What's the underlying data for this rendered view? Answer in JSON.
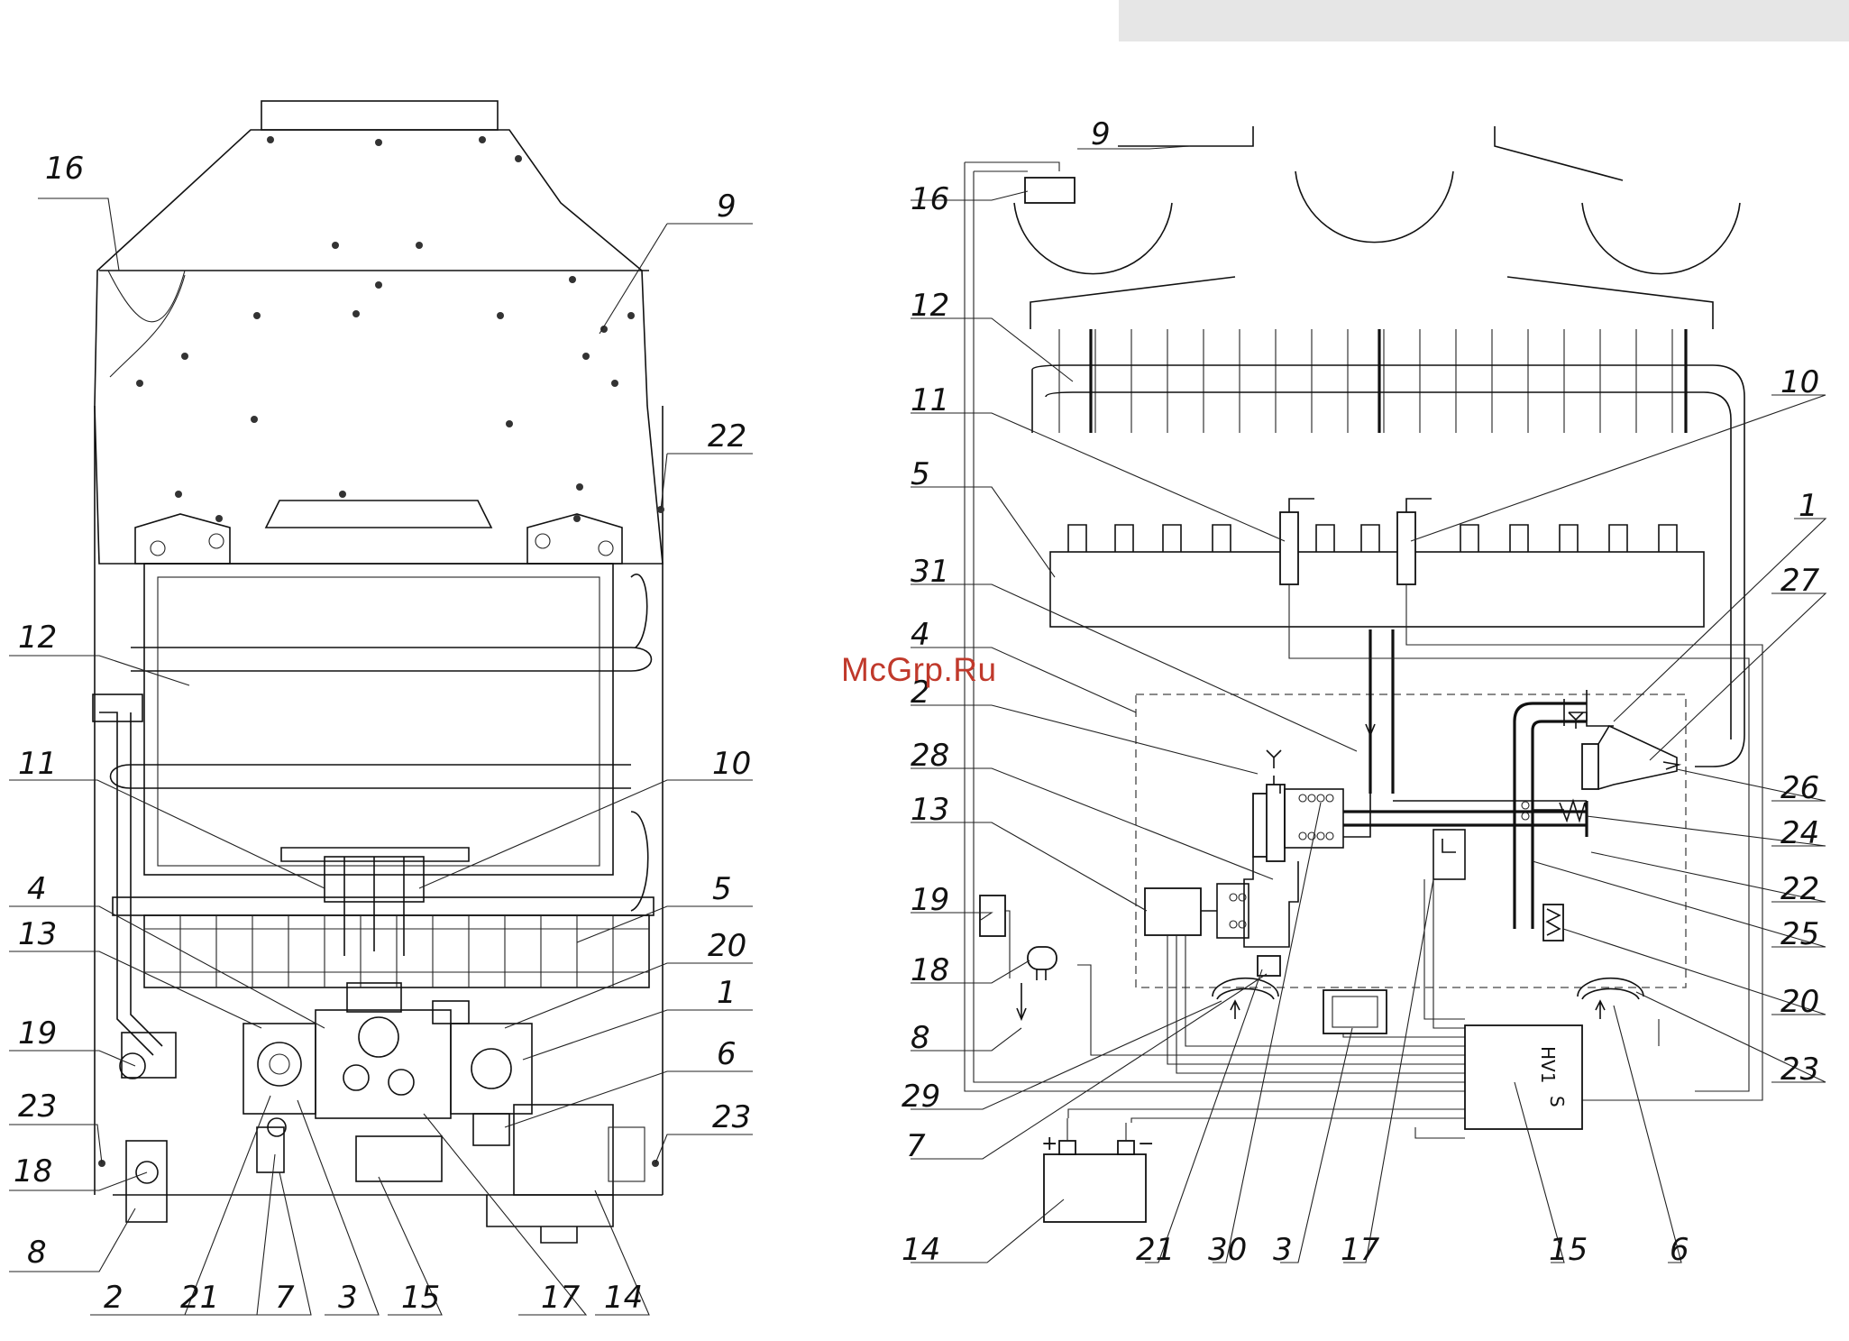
{
  "watermark": "McGrp.Ru",
  "colors": {
    "line": "#111111",
    "header_bar": "#e6e6e6",
    "watermark": "#c0392b"
  },
  "left_diagram": {
    "labels": [
      "16",
      "9",
      "22",
      "12",
      "11",
      "10",
      "4",
      "5",
      "13",
      "20",
      "1",
      "19",
      "6",
      "23",
      "23",
      "18",
      "8",
      "2",
      "21",
      "7",
      "3",
      "15",
      "17",
      "14"
    ]
  },
  "right_diagram": {
    "labels": [
      "9",
      "16",
      "12",
      "10",
      "11",
      "5",
      "1",
      "31",
      "27",
      "4",
      "2",
      "26",
      "28",
      "24",
      "13",
      "22",
      "19",
      "25",
      "18",
      "20",
      "8",
      "23",
      "29",
      "7",
      "21",
      "30",
      "3",
      "17",
      "15",
      "6",
      "14"
    ],
    "battery_plus": "+",
    "battery_minus": "−",
    "control_unit_text_top": "НV1",
    "control_unit_text_bottom": "S"
  }
}
